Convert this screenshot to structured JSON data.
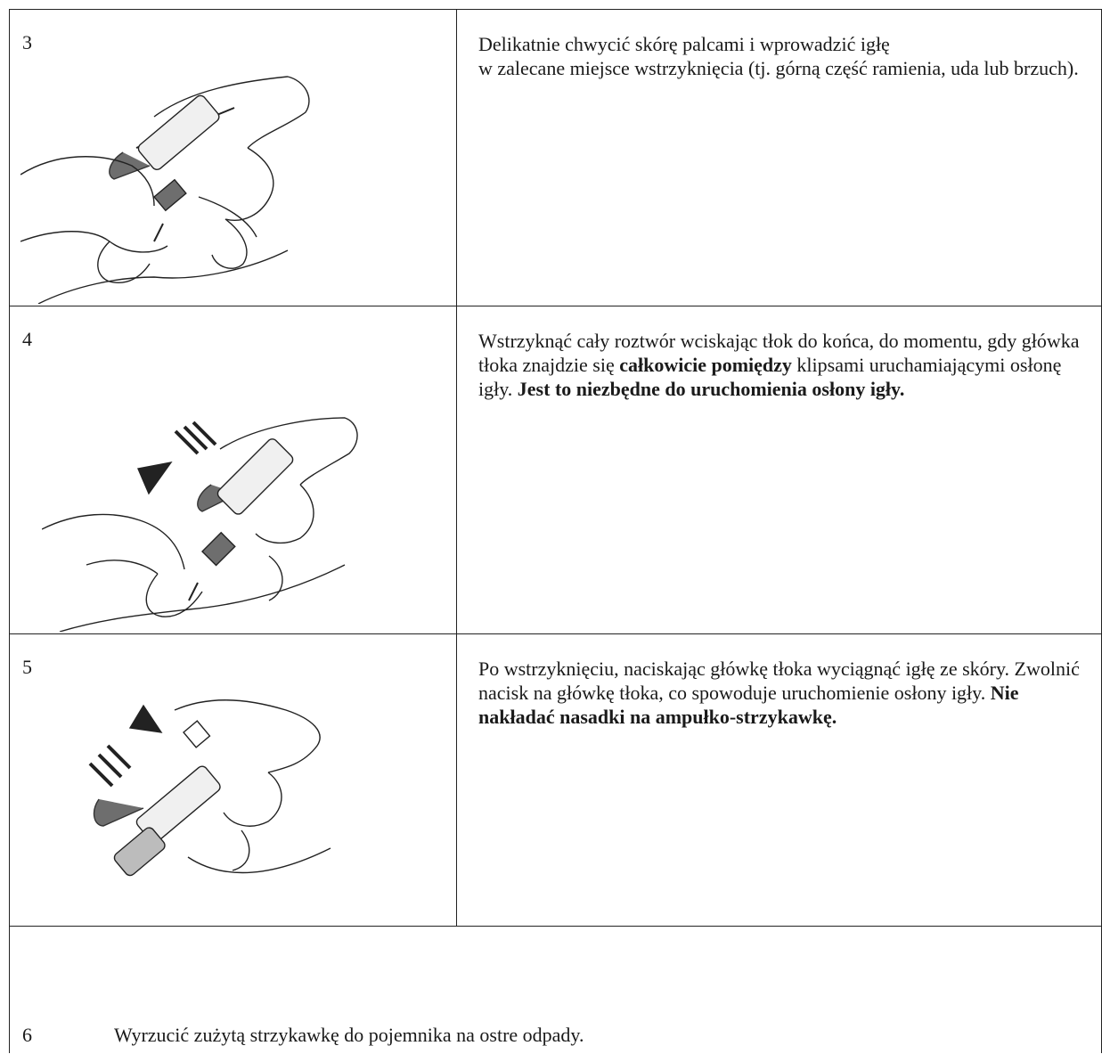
{
  "steps": [
    {
      "number": "3",
      "text_html": "Delikatnie chwycić skórę palcami i wprowadzić igłę<br>w zalecane miejsce wstrzyknięcia (tj. górną część ramienia, uda lub brzuch)."
    },
    {
      "number": "4",
      "text_html": "Wstrzyknąć cały roztwór wciskając tłok do końca, do momentu, gdy główka tłoka znajdzie się <b>całkowicie pomiędzy</b> klipsami uruchamiającymi osłonę igły. <b>Jest to niezbędne do uruchomienia osłony igły.</b>"
    },
    {
      "number": "5",
      "text_html": "Po wstrzyknięciu, naciskając główkę tłoka wyciągnąć igłę ze skóry. Zwolnić nacisk na główkę tłoka, co spowoduje uruchomienie osłony igły. <b>Nie nakładać nasadki na ampułko-strzykawkę.</b>"
    }
  ],
  "final_step": {
    "number": "6",
    "text": "Wyrzucić zużytą strzykawkę do pojemnika na ostre odpady."
  },
  "colors": {
    "border": "#222222",
    "text": "#1a1a1a",
    "syringe_grey": "#6e6e6e"
  }
}
